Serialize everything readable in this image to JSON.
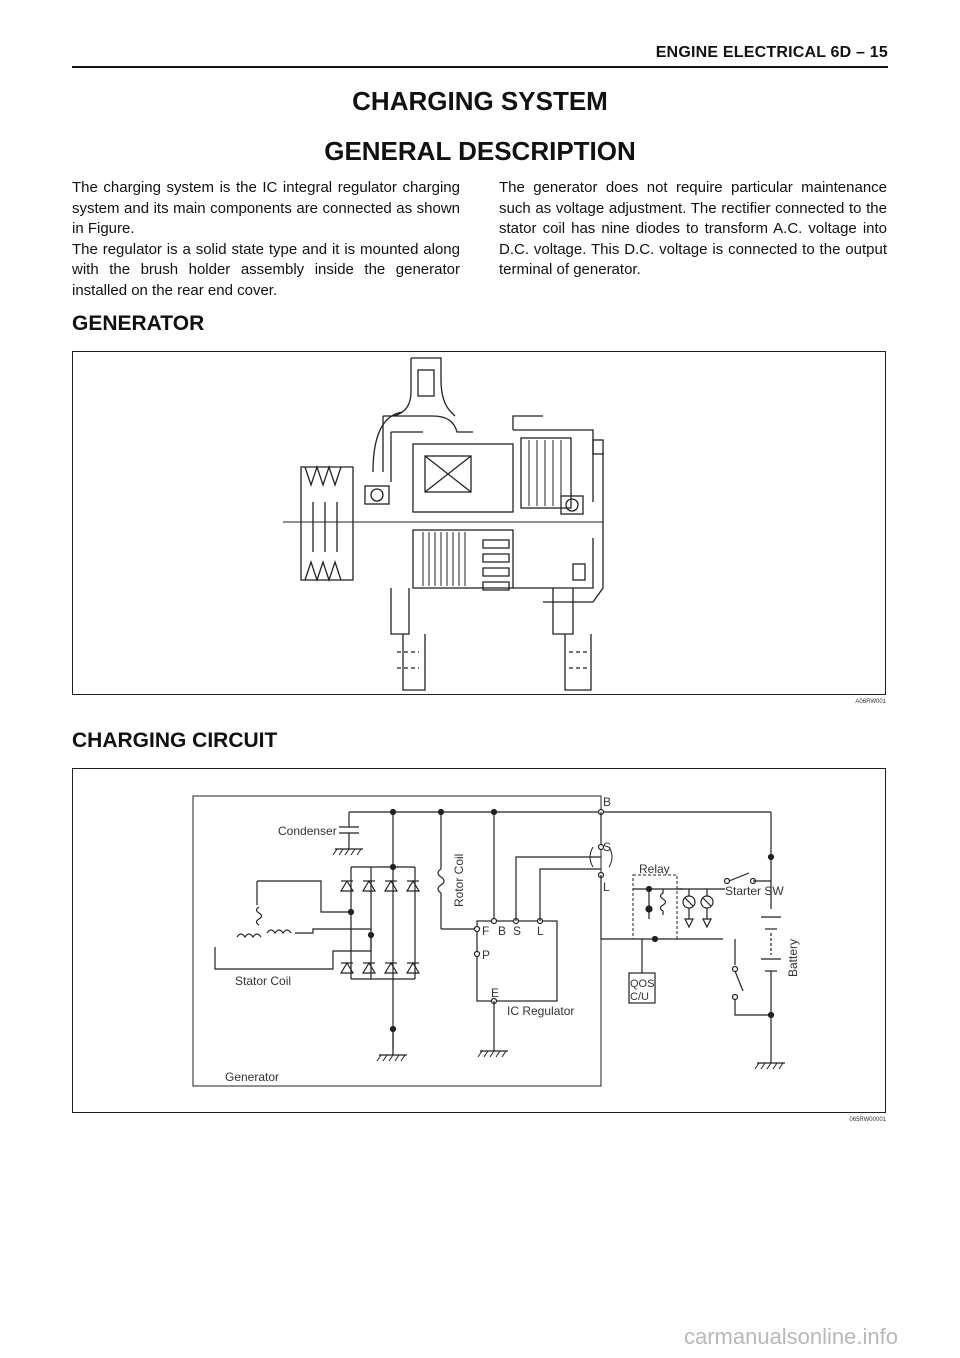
{
  "header": {
    "title": "ENGINE ELECTRICAL  6D – 15"
  },
  "headings": {
    "main": "CHARGING SYSTEM",
    "sub": "GENERAL DESCRIPTION"
  },
  "description": {
    "left_p1": "The charging system is the IC integral regulator charging system and its main components are connected as shown in Figure.",
    "left_p2": "The regulator is a solid state type and it is mounted along with the brush holder assembly inside the generator installed on the rear end cover.",
    "right_p1": "The generator does not require particular maintenance such as voltage adjustment. The rectifier connected to the stator coil has nine diodes to transform A.C. voltage into D.C. voltage. This D.C. voltage is connected to the output terminal of generator."
  },
  "generator_section": {
    "title": "GENERATOR",
    "figure_code": "A06RW001"
  },
  "circuit_section": {
    "title": "CHARGING CIRCUIT",
    "figure_code": "065RW00001",
    "labels": {
      "condenser": "Condenser",
      "rotor_coil": "Rotor Coil",
      "stator_coil": "Stator Coil",
      "generator": "Generator",
      "ic_regulator": "IC Regulator",
      "relay": "Relay",
      "starter_sw": "Starter SW",
      "battery": "Battery",
      "qos": "QOS",
      "cu": "C/U",
      "term_b": "B",
      "term_s": "S",
      "term_l": "L",
      "reg_f": "F",
      "reg_b": "B",
      "reg_s": "S",
      "reg_l": "L",
      "reg_p": "P",
      "reg_e": "E"
    }
  },
  "watermark": "carmanualsonline.info"
}
